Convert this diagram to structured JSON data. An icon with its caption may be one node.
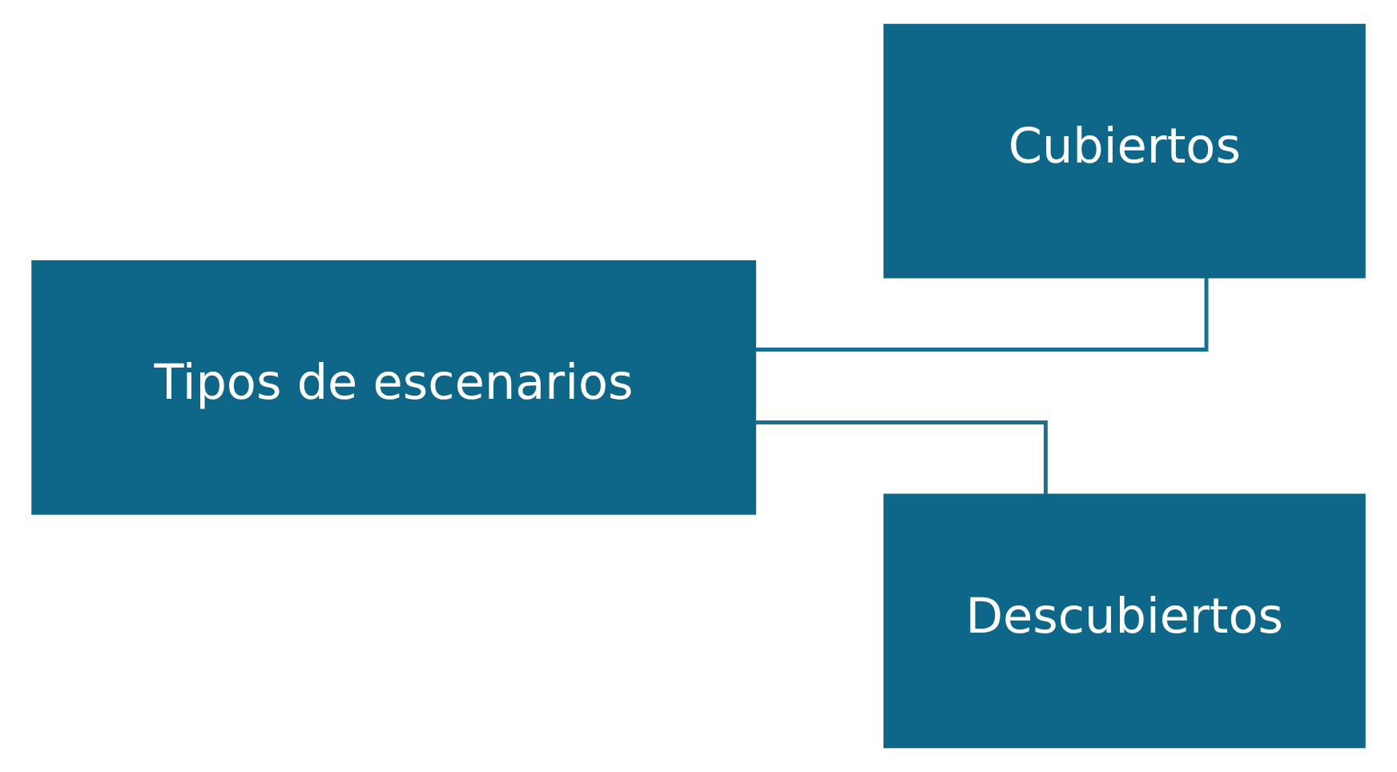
{
  "diagram": {
    "nodes": [
      {
        "text": [
          "Tipos de escenarios"
        ]
      },
      {
        "text": [
          "Cubiertos"
        ]
      },
      {
        "text": [
          "Descubiertos"
        ]
      }
    ],
    "edges": [
      {
        "from": 0,
        "to": 1,
        "arrow": "none"
      },
      {
        "from": 0,
        "to": 2,
        "arrow": "none"
      }
    ]
  }
}
